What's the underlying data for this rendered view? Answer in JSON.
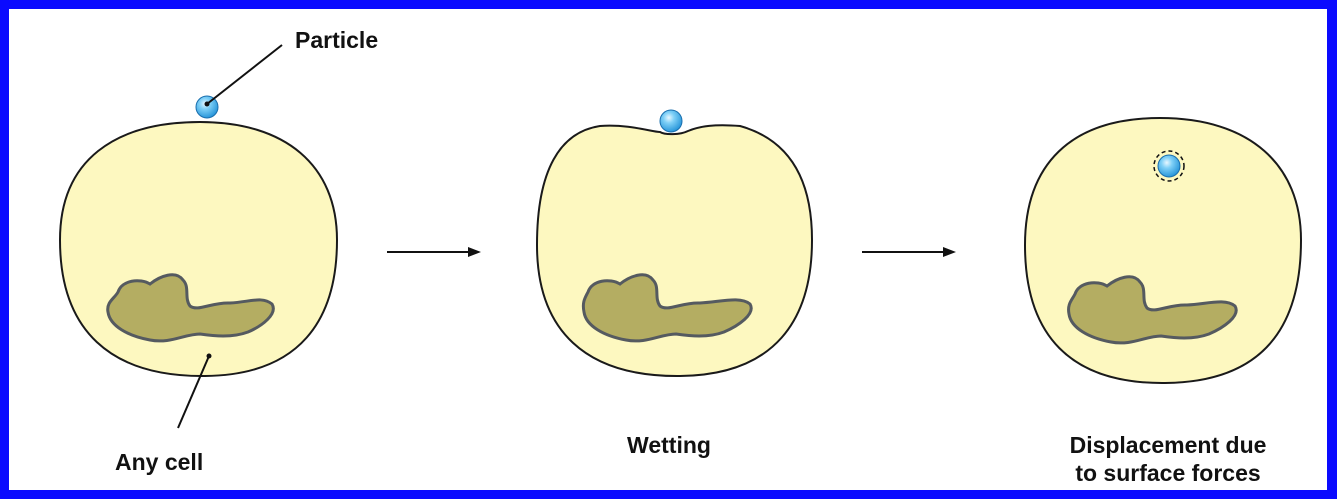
{
  "labels": {
    "particle": "Particle",
    "any_cell": "Any cell",
    "wetting": "Wetting",
    "displacement_line1": "Displacement due",
    "displacement_line2": "to surface forces"
  },
  "colors": {
    "border": "#0a0aff",
    "cell_fill": "#fdf8c0",
    "cell_stroke": "#1a1a1a",
    "nucleus_fill": "#b4ad62",
    "nucleus_stroke": "#555a60",
    "particle": "#3aa9e8"
  }
}
